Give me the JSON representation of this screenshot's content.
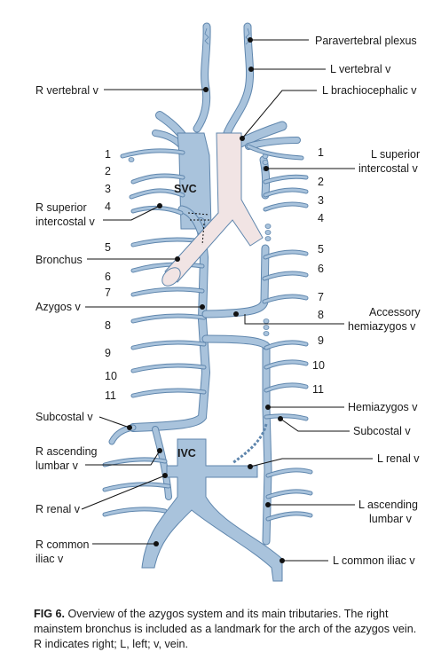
{
  "labels": {
    "paravertebral_plexus": "Paravertebral plexus",
    "l_vertebral": "L vertebral v",
    "r_vertebral": "R vertebral v",
    "l_brachiocephalic": "L brachiocephalic v",
    "l_superior_intercostal_1": "L superior",
    "l_superior_intercostal_2": "intercostal v",
    "svc": "SVC",
    "r_superior_intercostal_1": "R superior",
    "r_superior_intercostal_2": "intercostal v",
    "bronchus": "Bronchus",
    "azygos": "Azygos v",
    "accessory_hemiazygos_1": "Accessory",
    "accessory_hemiazygos_2": "hemiazygos v",
    "hemiazygos": "Hemiazygos v",
    "subcostal_r": "Subcostal v",
    "subcostal_l": "Subcostal v",
    "r_ascending_lumbar_1": "R ascending",
    "r_ascending_lumbar_2": "lumbar v",
    "ivc": "IVC",
    "l_renal": "L renal v",
    "r_renal": "R renal v",
    "l_ascending_lumbar_1": "L ascending",
    "l_ascending_lumbar_2": "lumbar v",
    "r_common_iliac_1": "R common",
    "r_common_iliac_2": "iliac v",
    "l_common_iliac": "L common iliac v"
  },
  "rib_numbers_left_side": [
    "1",
    "2",
    "3",
    "4",
    "5",
    "6",
    "7",
    "8",
    "9",
    "10",
    "11"
  ],
  "rib_numbers_right_side": [
    "1",
    "2",
    "3",
    "4",
    "5",
    "6",
    "7",
    "8",
    "9",
    "10",
    "11"
  ],
  "caption": {
    "fig_label": "FIG 6.",
    "text": " Overview of the azygos system and its main tributaries. The right mainstem bronchus is included as a landmark for the arch of the azygos vein. R indicates right; L, left; v, vein."
  },
  "colors": {
    "vein_fill": "#a9c3dc",
    "vein_outline": "#5f86ad",
    "bronchus_fill": "#f1e4e4",
    "leader": "#111111"
  }
}
